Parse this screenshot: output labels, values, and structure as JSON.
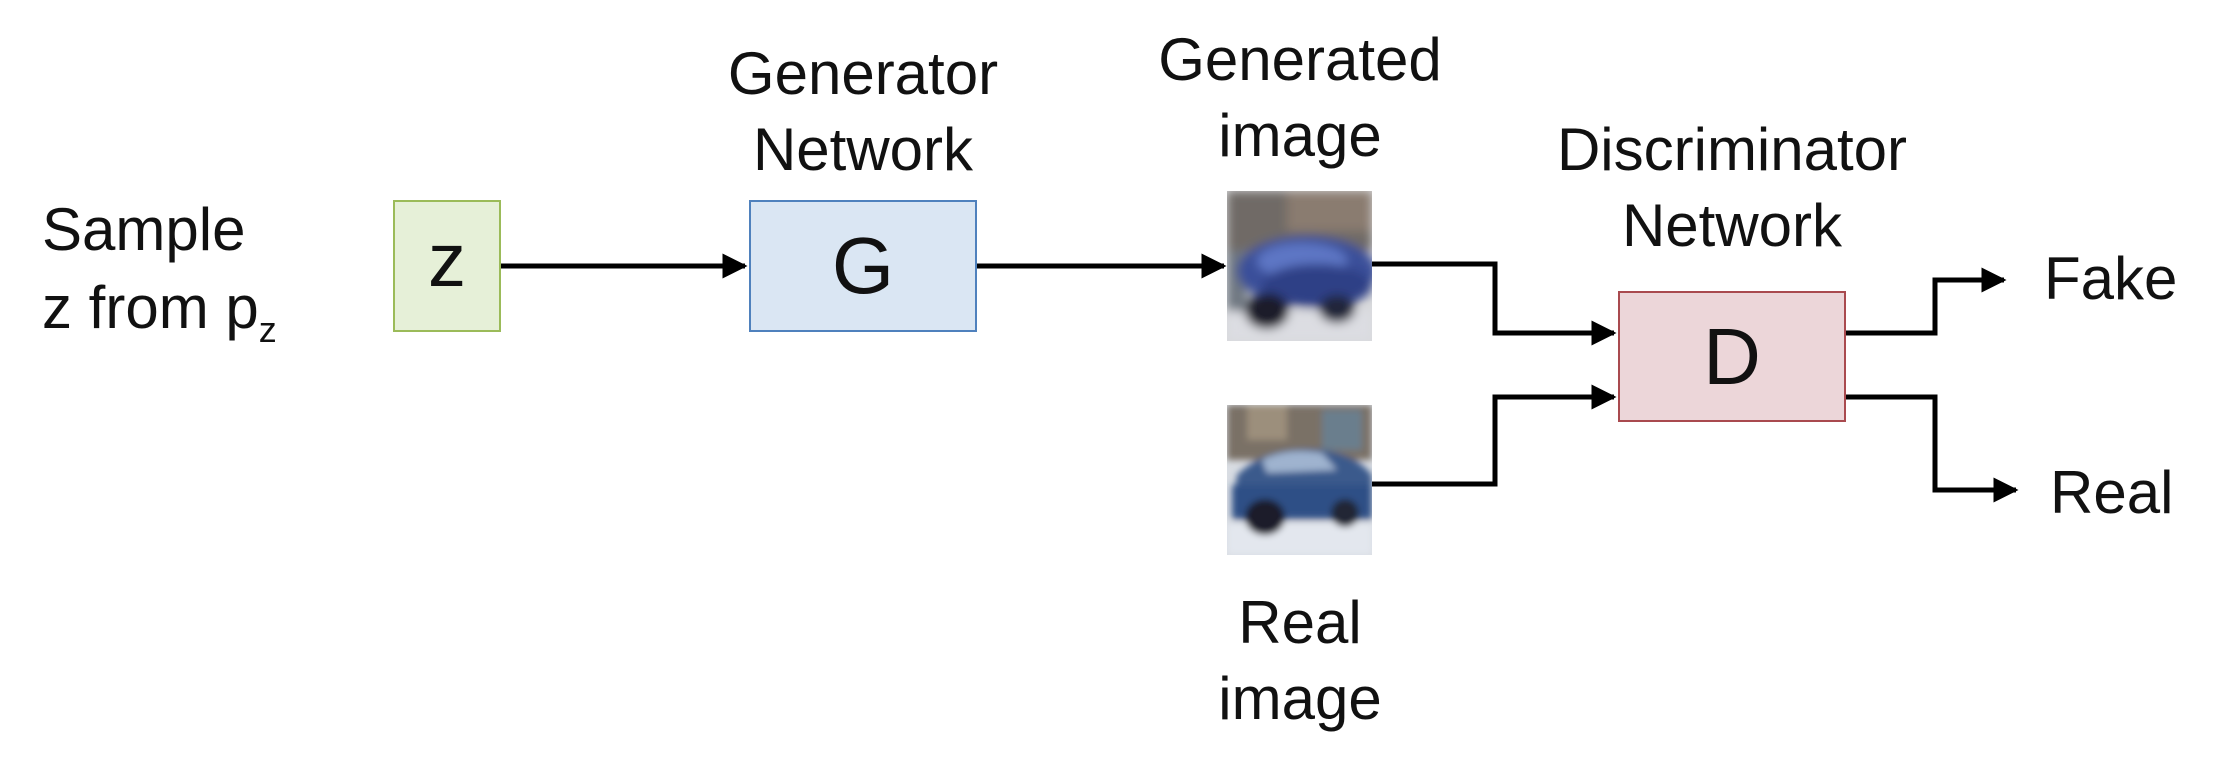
{
  "diagram": {
    "title": "GAN training diagram",
    "input": {
      "label_line1": "Sample",
      "label_line2_prefix": "z from p",
      "label_line2_subscript": "z"
    },
    "z_box": {
      "label": "z"
    },
    "generator": {
      "caption_line1": "Generator",
      "caption_line2": "Network",
      "label": "G"
    },
    "generated_image": {
      "caption_line1": "Generated",
      "caption_line2": "image"
    },
    "real_image": {
      "caption_line1": "Real",
      "caption_line2": "image"
    },
    "discriminator": {
      "caption_line1": "Discriminator",
      "caption_line2": "Network",
      "label": "D"
    },
    "outputs": {
      "fake": "Fake",
      "real": "Real"
    },
    "colors": {
      "z_fill": "#e6f0d8",
      "z_border": "#9bbb59",
      "g_fill": "#dae6f3",
      "g_border": "#4f81bd",
      "d_fill": "#ecd6d9",
      "d_border": "#a94a4f",
      "arrow": "#000000"
    }
  }
}
